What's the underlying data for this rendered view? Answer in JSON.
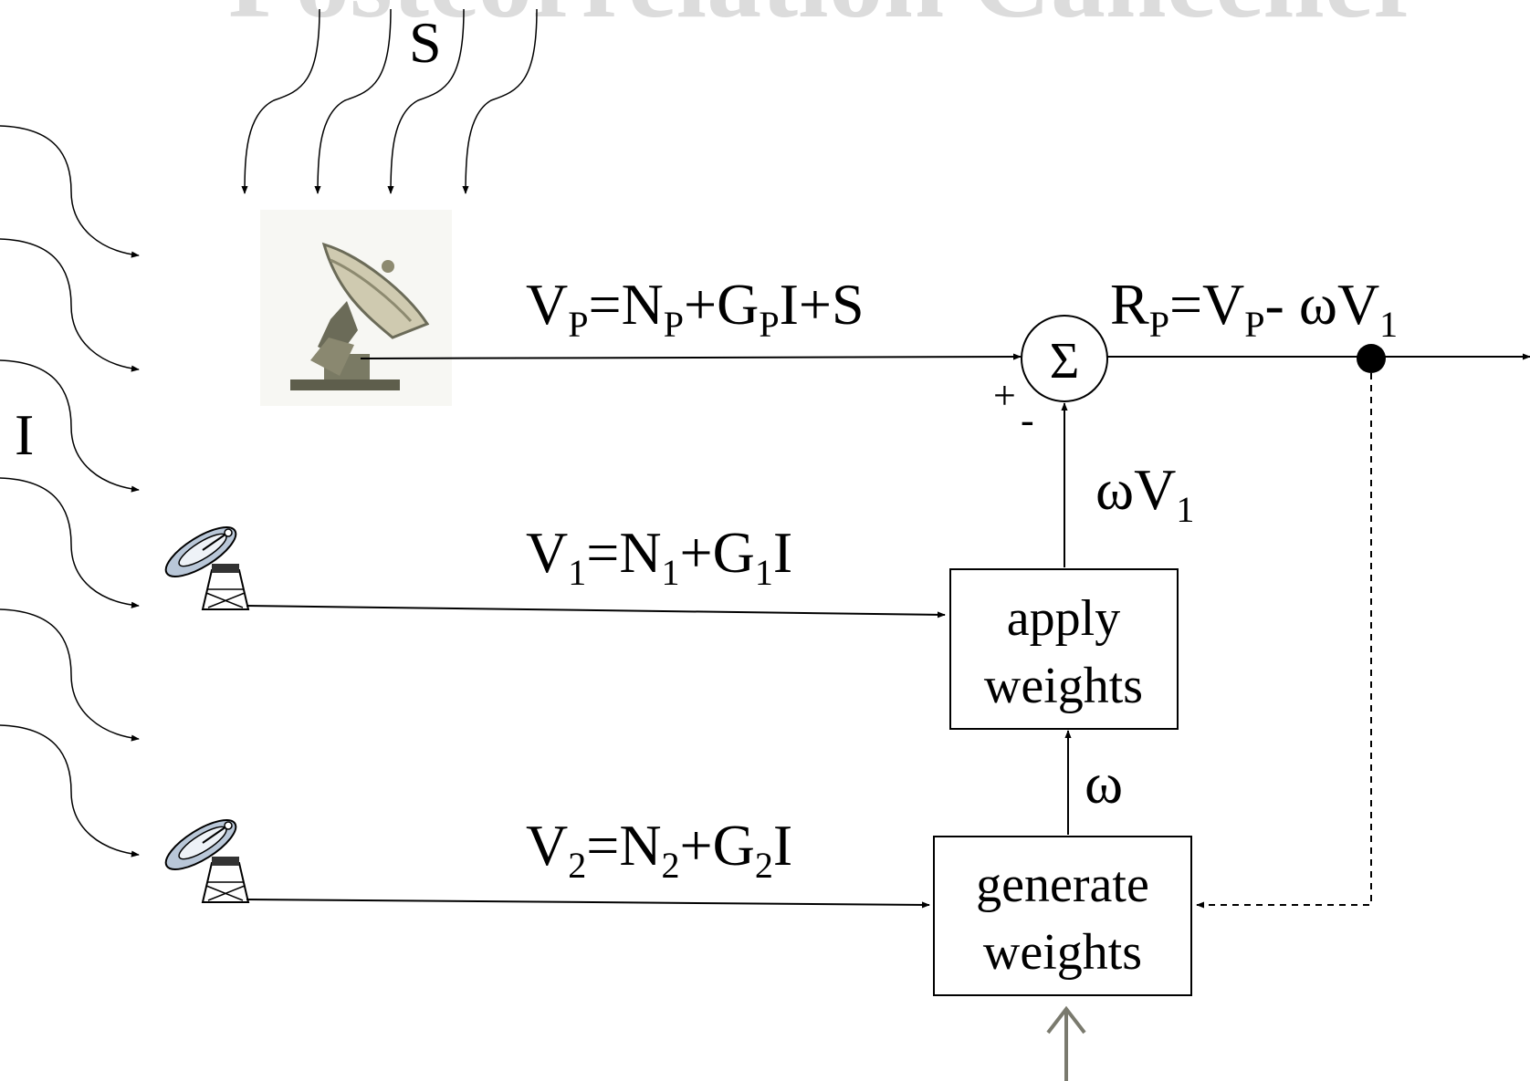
{
  "title_fragment": "Postcorrelation Canceller",
  "labels": {
    "signal": "S",
    "interference": "I",
    "plus": "+",
    "minus": "-",
    "sum_symbol": "Σ",
    "omega": "ω"
  },
  "equations": {
    "vp": {
      "a": "V",
      "a_sub": "P",
      "b": "=N",
      "b_sub": "P",
      "c": "+G",
      "c_sub": "P",
      "d": "I+S"
    },
    "rp": {
      "a": "R",
      "a_sub": "P",
      "b": "=V",
      "b_sub": "P",
      "c": "- ωV",
      "c_sub": "1"
    },
    "v1": {
      "a": "V",
      "a_sub": "1",
      "b": "=N",
      "b_sub": "1",
      "c": "+G",
      "c_sub": "1",
      "d": "I"
    },
    "v2": {
      "a": "V",
      "a_sub": "2",
      "b": "=N",
      "b_sub": "2",
      "c": "+G",
      "c_sub": "2",
      "d": "I"
    },
    "wv1": {
      "a": "ωV",
      "a_sub": "1"
    }
  },
  "boxes": {
    "apply": {
      "line1": "apply",
      "line2": "weights"
    },
    "generate": {
      "line1": "generate",
      "line2": "weights"
    }
  },
  "icons": [
    "primary-dish-icon",
    "reference-dish-1-icon",
    "reference-dish-2-icon"
  ],
  "colors": {
    "ink": "#000000",
    "ghost_title": "#dcdcdc",
    "gray_arrow": "#7a7a6e",
    "dish_light": "#b9c7d8",
    "dish_dark": "#6b6b58"
  }
}
